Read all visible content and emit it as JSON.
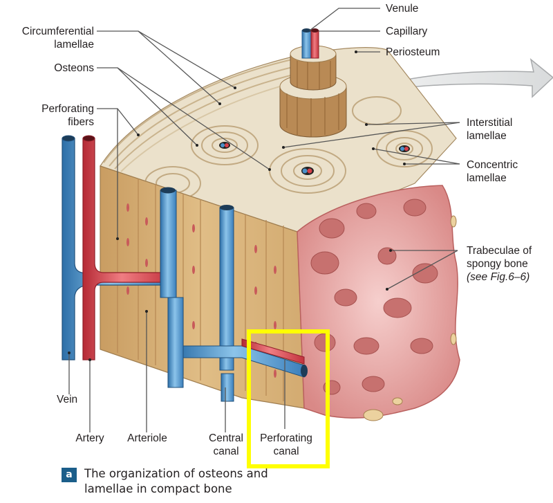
{
  "figure": {
    "panel_letter": "a",
    "caption_line1": "The organization of osteons and",
    "caption_line2": "lamellae in compact bone",
    "highlight_color": "#ffff00",
    "badge_color": "#1b5e8a"
  },
  "labels": {
    "circumferential_1": "Circumferential",
    "circumferential_2": "lamellae",
    "osteons": "Osteons",
    "perforating_fibers_1": "Perforating",
    "perforating_fibers_2": "fibers",
    "venule": "Venule",
    "capillary": "Capillary",
    "periosteum": "Periosteum",
    "interstitial_1": "Interstitial",
    "interstitial_2": "lamellae",
    "concentric_1": "Concentric",
    "concentric_2": "lamellae",
    "trabeculae_1": "Trabeculae of",
    "trabeculae_2": "spongy bone",
    "trabeculae_3": "(see Fig.6–6)",
    "vein": "Vein",
    "artery": "Artery",
    "arteriole": "Arteriole",
    "central_canal_1": "Central",
    "central_canal_2": "canal",
    "perforating_canal_1": "Perforating",
    "perforating_canal_2": "canal"
  },
  "colors": {
    "bone_top": "#ece3cf",
    "bone_side": "#d9b47c",
    "vein_blue": "#4a90c8",
    "artery_red": "#d6404a",
    "spongy_pink": "#e8a1a0",
    "leader": "#555555"
  }
}
